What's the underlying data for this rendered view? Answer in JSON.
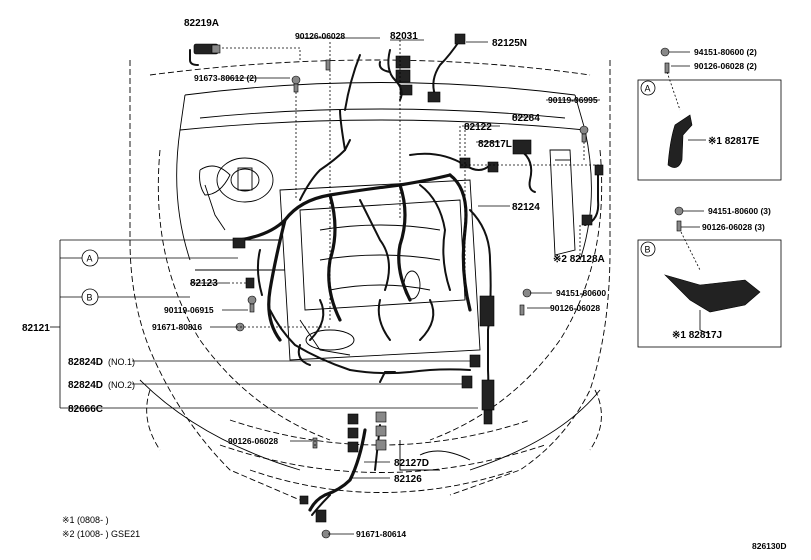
{
  "diagram": {
    "code": "826130D",
    "labels": {
      "p82219A": "82219A",
      "p90126_06028_top": "90126-06028",
      "p82031": "82031",
      "p82125N": "82125N",
      "p91673": "91673-80612 (2)",
      "p90119_06995": "90119-06995",
      "p82122": "82122",
      "p82284": "82284",
      "p82817L": "82817L",
      "p82124": "82124",
      "p82128A": "※2 82128A",
      "p82123": "82123",
      "p90119_06915": "90119-06915",
      "p91671_80816": "91671-80816",
      "p94151_80600": "94151-80600",
      "p90126_06028_mid": "90126-06028",
      "p82121": "82121",
      "p82824D_1": "82824D",
      "p82824D_1_sub": "(NO.1)",
      "p82824D_2": "82824D",
      "p82824D_2_sub": "(NO.2)",
      "p82666C": "82666C",
      "p90126_06028_low": "90126-06028",
      "p82127D": "82127D",
      "p82126": "82126",
      "p91671_80614": "91671-80614"
    },
    "circles": {
      "A": "A",
      "B": "B"
    },
    "inset_a": {
      "circle": "A",
      "l1": "94151-80600 (2)",
      "l2": "90126-06028 (2)",
      "part": "※1 82817E"
    },
    "inset_b": {
      "circle": "B",
      "l1": "94151-80600 (3)",
      "l2": "90126-06028 (3)",
      "part": "※1 82817J"
    },
    "footnotes": {
      "n1": "※1 (0808-        )",
      "n2": "※2 (1008-        ) GSE21"
    }
  }
}
